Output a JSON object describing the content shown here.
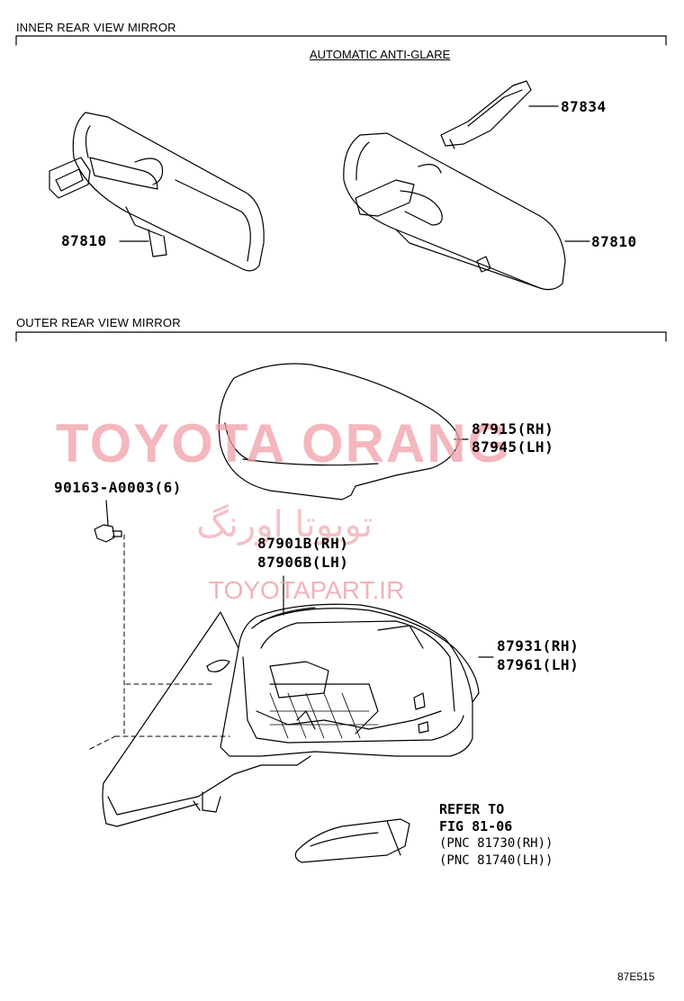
{
  "sections": {
    "inner_title": "INNER REAR VIEW MIRROR",
    "outer_title": "OUTER REAR VIEW MIRROR",
    "auto_subtitle": "AUTOMATIC ANTI-GLARE"
  },
  "parts": {
    "p87834": "87834",
    "p87810_left": "87810",
    "p87810_right": "87810",
    "p87915": "87915(RH)",
    "p87945": "87945(LH)",
    "p90163": "90163-A0003(6)",
    "p87901b": "87901B(RH)",
    "p87906b": "87906B(LH)",
    "p87931": "87931(RH)",
    "p87961": "87961(LH)"
  },
  "reference": {
    "line1": "REFER TO",
    "line2": "FIG 81-06",
    "line3": "(PNC 81730(RH))",
    "line4": "(PNC 81740(LH))"
  },
  "watermark": {
    "brand": "TOYOTA ORANG",
    "persian": "تویوتا اورنگ",
    "site": "TOYOTAPART.IR"
  },
  "diagram_code": "87E515"
}
